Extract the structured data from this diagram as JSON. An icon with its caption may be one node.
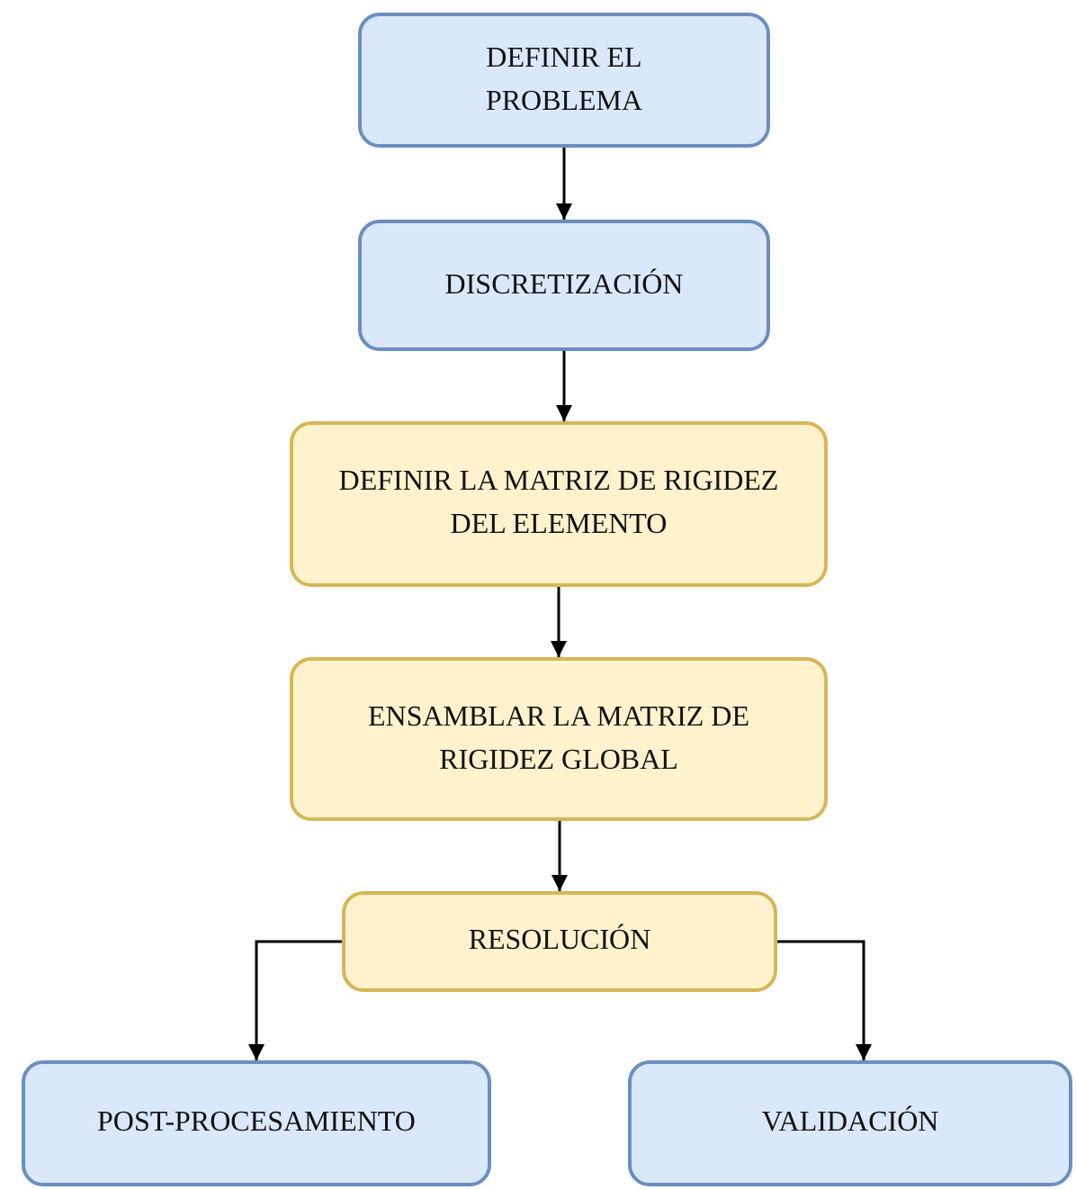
{
  "diagram": {
    "nodes": [
      {
        "text": [
          "DEFINIR EL PROBLEMA"
        ]
      },
      {
        "text": [
          "DISCRETIZACIÓN"
        ]
      },
      {
        "text": [
          "DEFINIR LA MATRIZ DE RIGIDEZ DEL ELEMENTO"
        ]
      },
      {
        "text": [
          "ENSAMBLAR LA MATRIZ DE RIGIDEZ GLOBAL"
        ]
      },
      {
        "text": [
          "RESOLUCIÓN"
        ]
      },
      {
        "text": [
          "POST-PROCESAMIENTO"
        ]
      },
      {
        "text": [
          "VALIDACIÓN"
        ]
      }
    ],
    "edges": [
      {
        "from": 0,
        "to": 1,
        "arrow": "to"
      },
      {
        "from": 1,
        "to": 2,
        "arrow": "to"
      },
      {
        "from": 2,
        "to": 3,
        "arrow": "to"
      },
      {
        "from": 3,
        "to": 4,
        "arrow": "to"
      },
      {
        "from": 4,
        "to": 5,
        "arrow": "to"
      },
      {
        "from": 4,
        "to": 6,
        "arrow": "to"
      }
    ]
  }
}
